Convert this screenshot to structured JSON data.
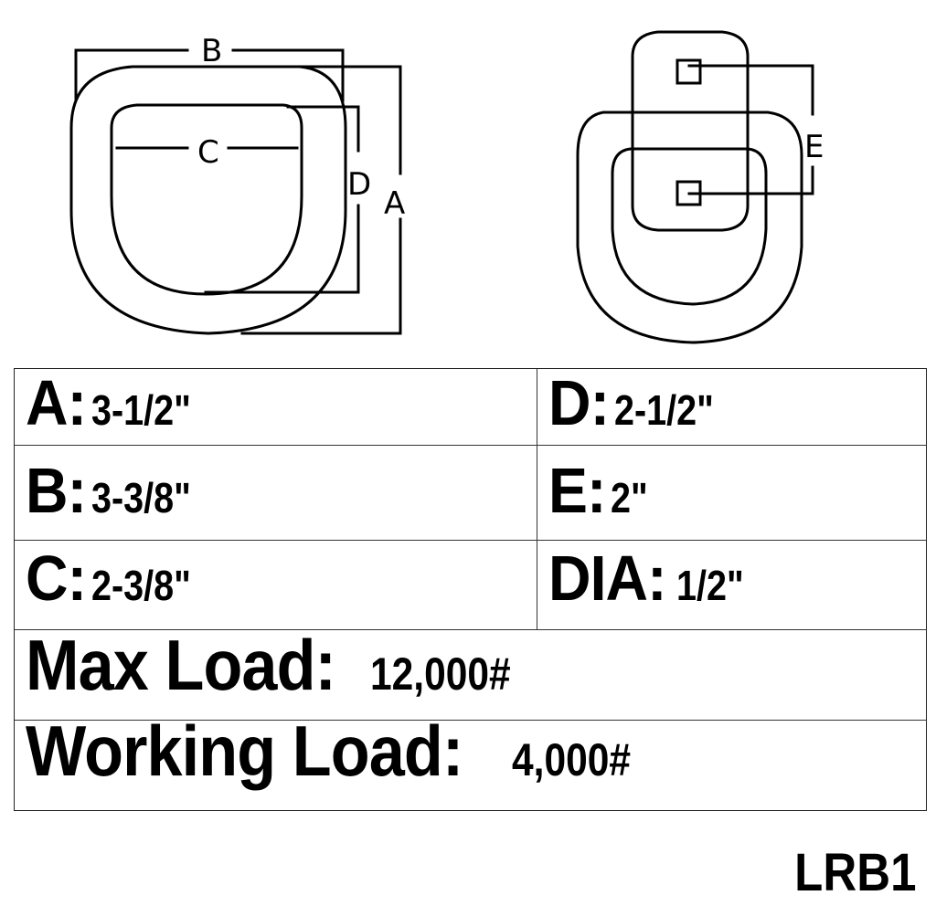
{
  "diagram": {
    "front_view": {
      "dimension_labels": [
        "A",
        "B",
        "C",
        "D"
      ]
    },
    "side_view": {
      "dimension_labels": [
        "E"
      ]
    }
  },
  "specs": {
    "rows": [
      {
        "left": {
          "label": "A:",
          "value": "3-1/2\""
        },
        "right": {
          "label": "D:",
          "value": "2-1/2\""
        }
      },
      {
        "left": {
          "label": "B:",
          "value": "3-3/8\""
        },
        "right": {
          "label": "E:",
          "value": "2\""
        }
      },
      {
        "left": {
          "label": "C:",
          "value": "2-3/8\""
        },
        "right": {
          "label": "DIA:",
          "value": "1/2\""
        }
      }
    ],
    "max_load": {
      "label": "Max Load:",
      "value": "12,000#"
    },
    "working_load": {
      "label": "Working Load:",
      "value": "4,000#"
    }
  },
  "model_number": "LRB1"
}
